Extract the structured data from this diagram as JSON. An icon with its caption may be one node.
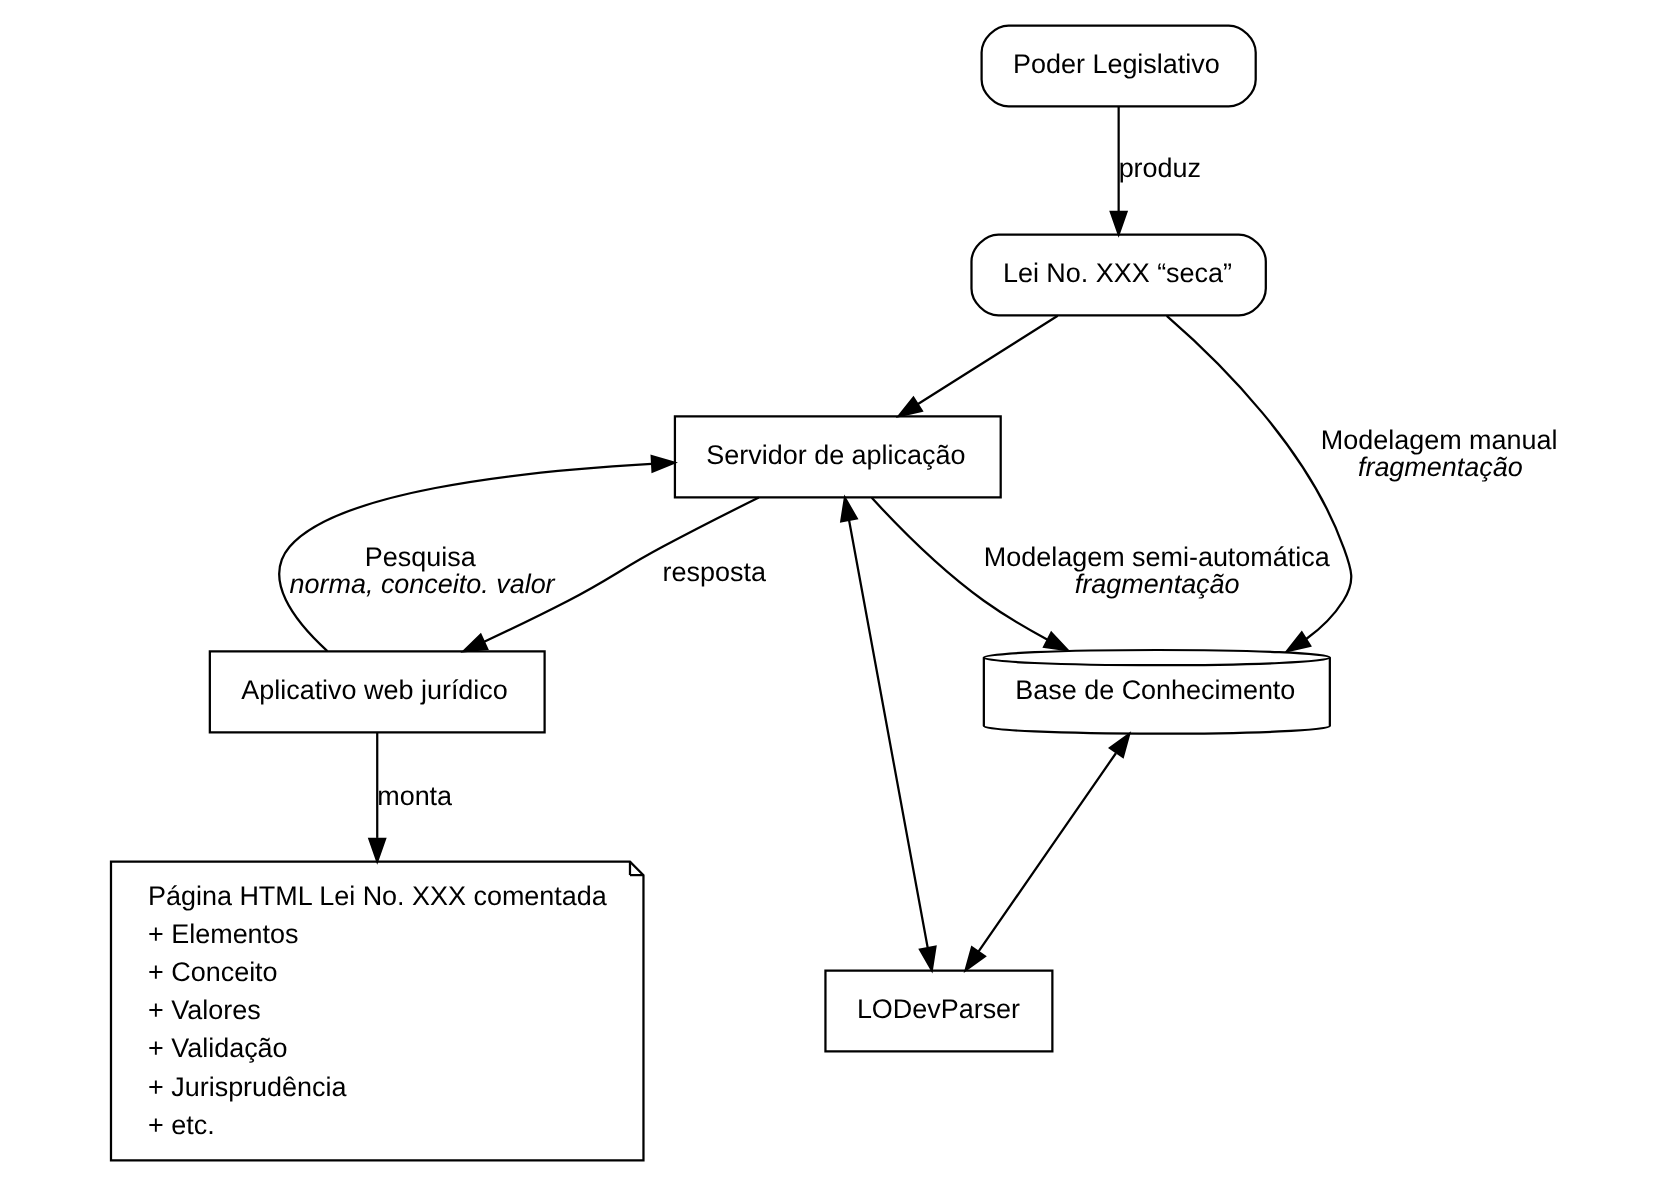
{
  "diagram": {
    "nodes": [
      {
        "text": [
          "Poder Legislativo"
        ]
      },
      {
        "text": [
          "Lei No. XXX “seca”"
        ]
      },
      {
        "text": [
          "Aplicativo web jurídico"
        ]
      },
      {
        "text": [
          "Servidor de aplicação"
        ]
      },
      {
        "text": [
          "Base de Conhecimento"
        ]
      },
      {
        "text": [
          "Página HTML Lei No. XXX comentada",
          "+ Elementos",
          "+ Conceito",
          "+ Valores",
          "+ Validação",
          "+ Jurisprudência",
          "+ etc."
        ]
      },
      {
        "text": [
          "LODevParser"
        ]
      }
    ],
    "edges": [
      {
        "from": 0,
        "to": 1,
        "arrow": "to",
        "label": "produz"
      },
      {
        "from": 1,
        "to": 4,
        "arrow": "to",
        "label": "Modelagem manual *fragmentação*"
      },
      {
        "from": 1,
        "to": 3,
        "arrow": "to"
      },
      {
        "from": 2,
        "to": 3,
        "arrow": "to",
        "label": "Pesquisa *norma, conceito. valor*"
      },
      {
        "from": 3,
        "to": 2,
        "arrow": "to",
        "label": "resposta"
      },
      {
        "from": 2,
        "to": 5,
        "arrow": "to",
        "label": "monta"
      },
      {
        "from": 3,
        "to": 4,
        "arrow": "to",
        "label": "Modelagem semi-automática *fragmentação*"
      },
      {
        "from": 3,
        "to": 6,
        "arrow": "both"
      },
      {
        "from": 4,
        "to": 6,
        "arrow": "both"
      }
    ]
  }
}
